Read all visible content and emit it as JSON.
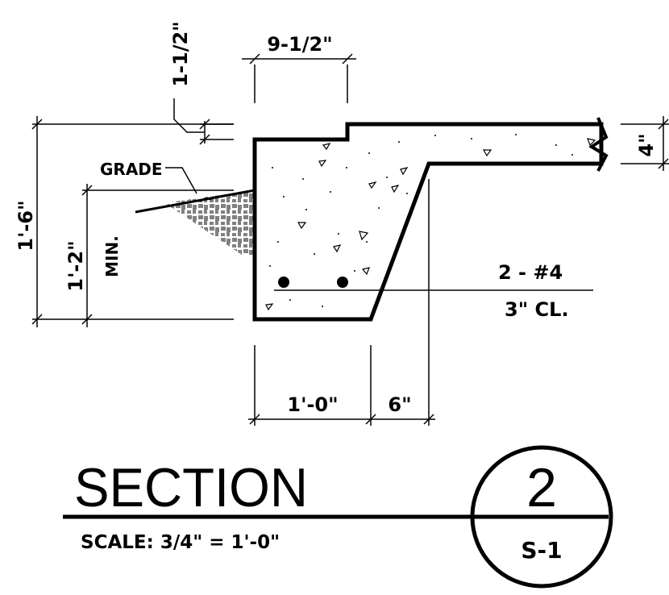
{
  "dimensions": {
    "top_width": "9-1/2\"",
    "step": "1-1/2\"",
    "slab": "4\"",
    "overall_height": "1'-6\"",
    "min_height": "1'-2\"",
    "min_label": "MIN.",
    "bottom_width": "1'-0\"",
    "taper": "6\""
  },
  "annotations": {
    "grade": "GRADE",
    "rebar": "2 - #4",
    "cover": "3\" CL."
  },
  "title": {
    "section": "SECTION",
    "scale": "SCALE: 3/4\" = 1'-0\"",
    "detail_number": "2",
    "sheet": "S-1"
  }
}
